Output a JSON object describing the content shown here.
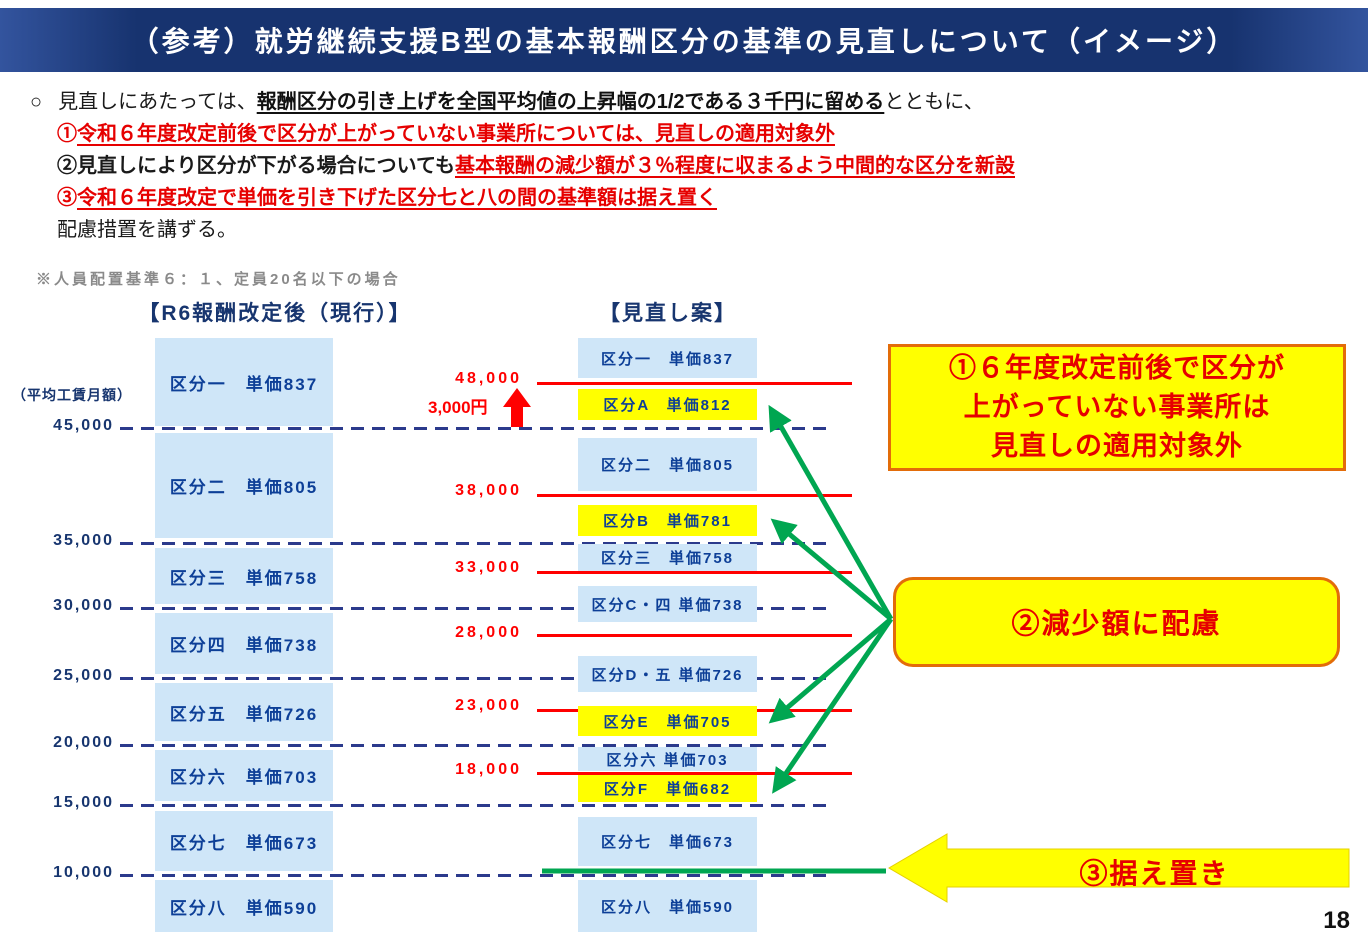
{
  "header": {
    "title": "（参考）就労継続支援B型の基本報酬区分の基準の見直しについて（イメージ）"
  },
  "intro": {
    "bullet": "○",
    "lead_pre": "見直しにあたっては、",
    "lead_underline": "報酬区分の引き上げを全国平均値の上昇幅の1/2である３千円に留める",
    "lead_post": "とともに、",
    "item1_num": "①",
    "item1_red": "令和６年度改定前後で区分が上がっていない事業所については、見直しの適用対象外",
    "item2_num": "②",
    "item2_black": "見直しにより区分が下がる場合についても",
    "item2_red": "基本報酬の減少額が３％程度に収まるよう中間的な区分を新設",
    "item3_num": "③",
    "item3_red": "令和６年度改定で単価を引き下げた区分七と八の間の基準額は据え置く",
    "closing": "配慮措置を講ずる。"
  },
  "note": "※人員配置基準６：１、定員20名以下の場合",
  "chart_data": {
    "type": "table",
    "left_title": "【R6報酬改定後（現行）】",
    "right_title": "【見直し案】",
    "y_axis_label": "（平均工賃月額）",
    "y_ticks": [
      "45,000",
      "35,000",
      "30,000",
      "25,000",
      "20,000",
      "15,000",
      "10,000"
    ],
    "new_thresholds": [
      "48,000",
      "38,000",
      "33,000",
      "28,000",
      "23,000",
      "18,000"
    ],
    "increase_label": "3,000円",
    "current": [
      {
        "label": "区分一　単価837"
      },
      {
        "label": "区分二　単価805"
      },
      {
        "label": "区分三　単価758"
      },
      {
        "label": "区分四　単価738"
      },
      {
        "label": "区分五　単価726"
      },
      {
        "label": "区分六　単価703"
      },
      {
        "label": "区分七　単価673"
      },
      {
        "label": "区分八　単価590"
      }
    ],
    "proposed": [
      {
        "label": "区分一　単価837",
        "new": false
      },
      {
        "label": "区分A　単価812",
        "new": true
      },
      {
        "label": "区分二　単価805",
        "new": false
      },
      {
        "label": "区分B　単価781",
        "new": true
      },
      {
        "label": "区分三　単価758",
        "new": false
      },
      {
        "label": "区分C・四 単価738",
        "new": false
      },
      {
        "label": "区分D・五 単価726",
        "new": false
      },
      {
        "label": "区分E　単価705",
        "new": true
      },
      {
        "label": "区分六 単価703",
        "new": false
      },
      {
        "label": "区分F　単価682",
        "new": true
      },
      {
        "label": "区分七　単価673",
        "new": false
      },
      {
        "label": "区分八　単価590",
        "new": false
      }
    ]
  },
  "callouts": {
    "c1_line1": "①６年度改定前後で区分が",
    "c1_line2": "上がっていない事業所は",
    "c1_line3": "見直しの適用対象外",
    "c2_text": "②減少額に配慮",
    "c3_text": "③据え置き"
  },
  "page_number": "18",
  "colors": {
    "header_navy": "#17336f",
    "box_blue": "#cfe6f8",
    "highlight_yellow": "#ffff00",
    "accent_red": "#ff0000",
    "arrow_green": "#00a651",
    "gridline_navy": "#2b3a8c"
  }
}
